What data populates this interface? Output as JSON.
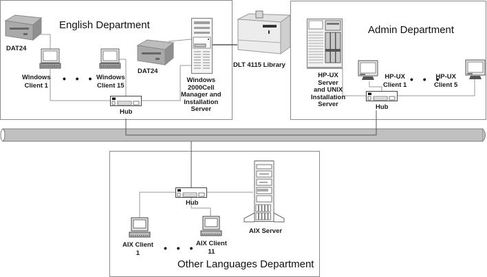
{
  "departments": {
    "english": {
      "title": "English Department",
      "devices": {
        "dat24_left": "DAT24",
        "dat24_right": "DAT24",
        "client_first": [
          "Windows",
          "Client 1"
        ],
        "client_last": [
          "Windows",
          "Client 15"
        ],
        "server": [
          "Windows",
          "2000Cell",
          "Manager and",
          "Installation",
          "Server"
        ],
        "hub": "Hub",
        "ellipsis": "• • •"
      }
    },
    "library": {
      "label": "DLT 4115 Library"
    },
    "admin": {
      "title": "Admin Department",
      "devices": {
        "server": [
          "HP-UX",
          "Server",
          "and UNIX",
          "Installation",
          "Server"
        ],
        "client_first": [
          "HP-UX",
          "Client 1"
        ],
        "client_last": [
          "HP-UX",
          "Client 5"
        ],
        "hub": "Hub",
        "ellipsis": "• • •"
      }
    },
    "other": {
      "title": "Other Languages Department",
      "devices": {
        "client_first": [
          "AIX Client",
          "1"
        ],
        "client_last": [
          "AIX Client",
          "11"
        ],
        "server": "AIX Server",
        "hub": "Hub",
        "ellipsis": "• • •"
      }
    }
  },
  "colors": {
    "backbone_fill": "#c0c0c0",
    "backbone_stroke": "#7a7a7a",
    "box_border": "#8a8a8a",
    "wire": "#8c8c8c",
    "wire_dark": "#333333"
  }
}
